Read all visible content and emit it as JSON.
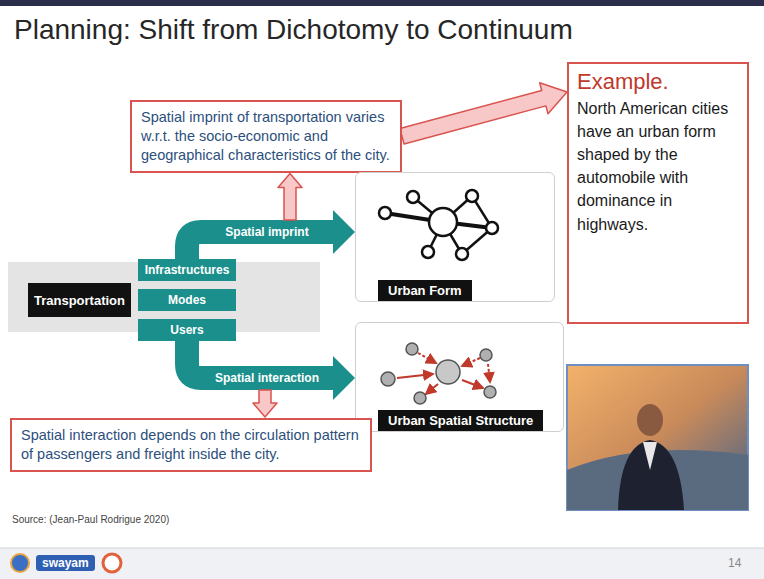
{
  "diagram": {
    "title": "Planning: Shift from Dichotomy to Continuum",
    "nodes": [
      {
        "text": [
          "Spatial imprint of transportation varies w.r.t. the socio-economic and geographical characteristics of the city."
        ]
      },
      {
        "text": [
          "Example.",
          "North American cities have an urban form shaped by the automobile with dominance in highways."
        ]
      },
      {
        "text": [
          "Transportation"
        ]
      },
      {
        "text": [
          "Infrastructures"
        ]
      },
      {
        "text": [
          "Modes"
        ]
      },
      {
        "text": [
          "Users"
        ]
      },
      {
        "text": [
          "Urban Form"
        ]
      },
      {
        "text": [
          "Urban Spatial Structure"
        ]
      },
      {
        "text": [
          "Spatial interaction depends on the circulation pattern of passengers and freight inside the city."
        ]
      }
    ],
    "edges": [
      {
        "from": 0,
        "to": 1,
        "arrow": "to"
      },
      {
        "from": 3,
        "to": 6,
        "label": "Spatial imprint",
        "arrow": "to"
      },
      {
        "from": 5,
        "to": 7,
        "label": "Spatial interaction",
        "arrow": "to"
      }
    ],
    "labels": [
      "Source: (Jean-Paul Rodrigue 2020)",
      "swayam",
      "14"
    ]
  }
}
